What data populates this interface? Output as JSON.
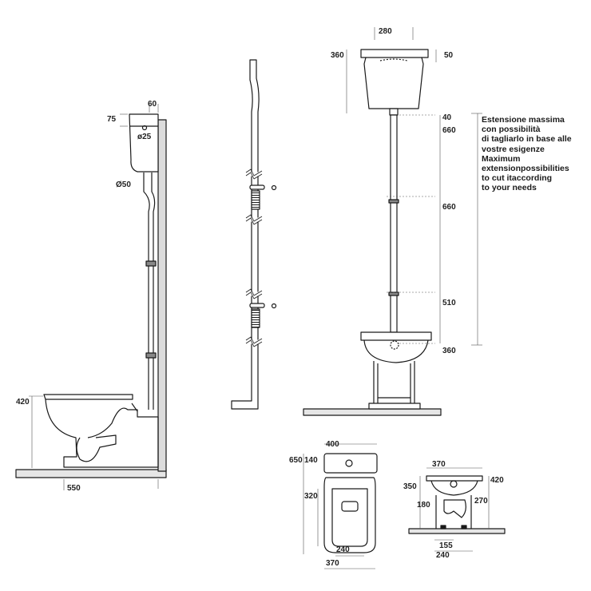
{
  "dimensions": {
    "side_view": {
      "cistern_depth": "60",
      "cistern_height": "75",
      "inlet_diameter": "ø25",
      "pipe_diameter": "Ø50",
      "bowl_height": "420",
      "projection": "550"
    },
    "front_view": {
      "cistern_width": "280",
      "cistern_height": "360",
      "cistern_lid": "50",
      "pipe_top": "40",
      "pipe_segment_1": "660",
      "pipe_segment_2": "660",
      "pipe_segment_3": "510",
      "bowl_height": "360"
    },
    "plan_view": {
      "width": "400",
      "total_depth": "650",
      "tank_depth": "140",
      "seat_depth": "320",
      "base_width": "240",
      "overall_width": "370"
    },
    "rear_view": {
      "width": "370",
      "rim_height": "350",
      "total_height": "420",
      "outlet_height": "180",
      "trap_height": "270",
      "outlet_width": "155",
      "base_width": "240"
    }
  },
  "note": {
    "line_1": "Estensione massima",
    "line_2": "con possibilità",
    "line_3": "di tagliarlo in base alle",
    "line_4": "vostre esigenze",
    "line_5": "Maximum",
    "line_6": "extensionpossibilities",
    "line_7": "to cut itaccording",
    "line_8": "to your needs"
  },
  "colors": {
    "line": "#1a1a1a",
    "floor": "#e6e6e6",
    "wall": "#dcdcdc",
    "dim": "#555555"
  }
}
